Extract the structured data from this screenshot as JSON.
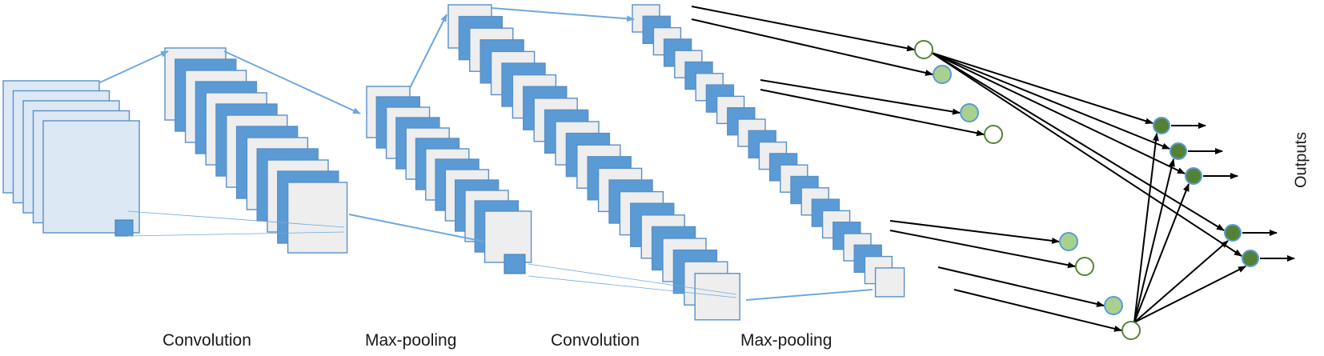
{
  "labels": {
    "conv1": "Convolution",
    "pool1": "Max-pooling",
    "conv2": "Convolution",
    "pool2": "Max-pooling",
    "outputs": "Outputs"
  },
  "colors": {
    "map_blue": "#5b9bd5",
    "map_light": "#eeeeee",
    "input_fill": "#dce8f4",
    "border": "#5a8fc8",
    "connector": "#6fa8dc",
    "node_green": "#a9d18e",
    "node_dark": "#548235",
    "node_edge": "#5b9bd5",
    "arrow": "#000000"
  },
  "layers": {
    "input_maps": 5,
    "conv1_maps": 13,
    "pool1_maps": 13,
    "conv2_maps": 24,
    "pool2_maps": 24
  },
  "network": {
    "hidden_nodes": 8,
    "output_nodes": 5
  }
}
